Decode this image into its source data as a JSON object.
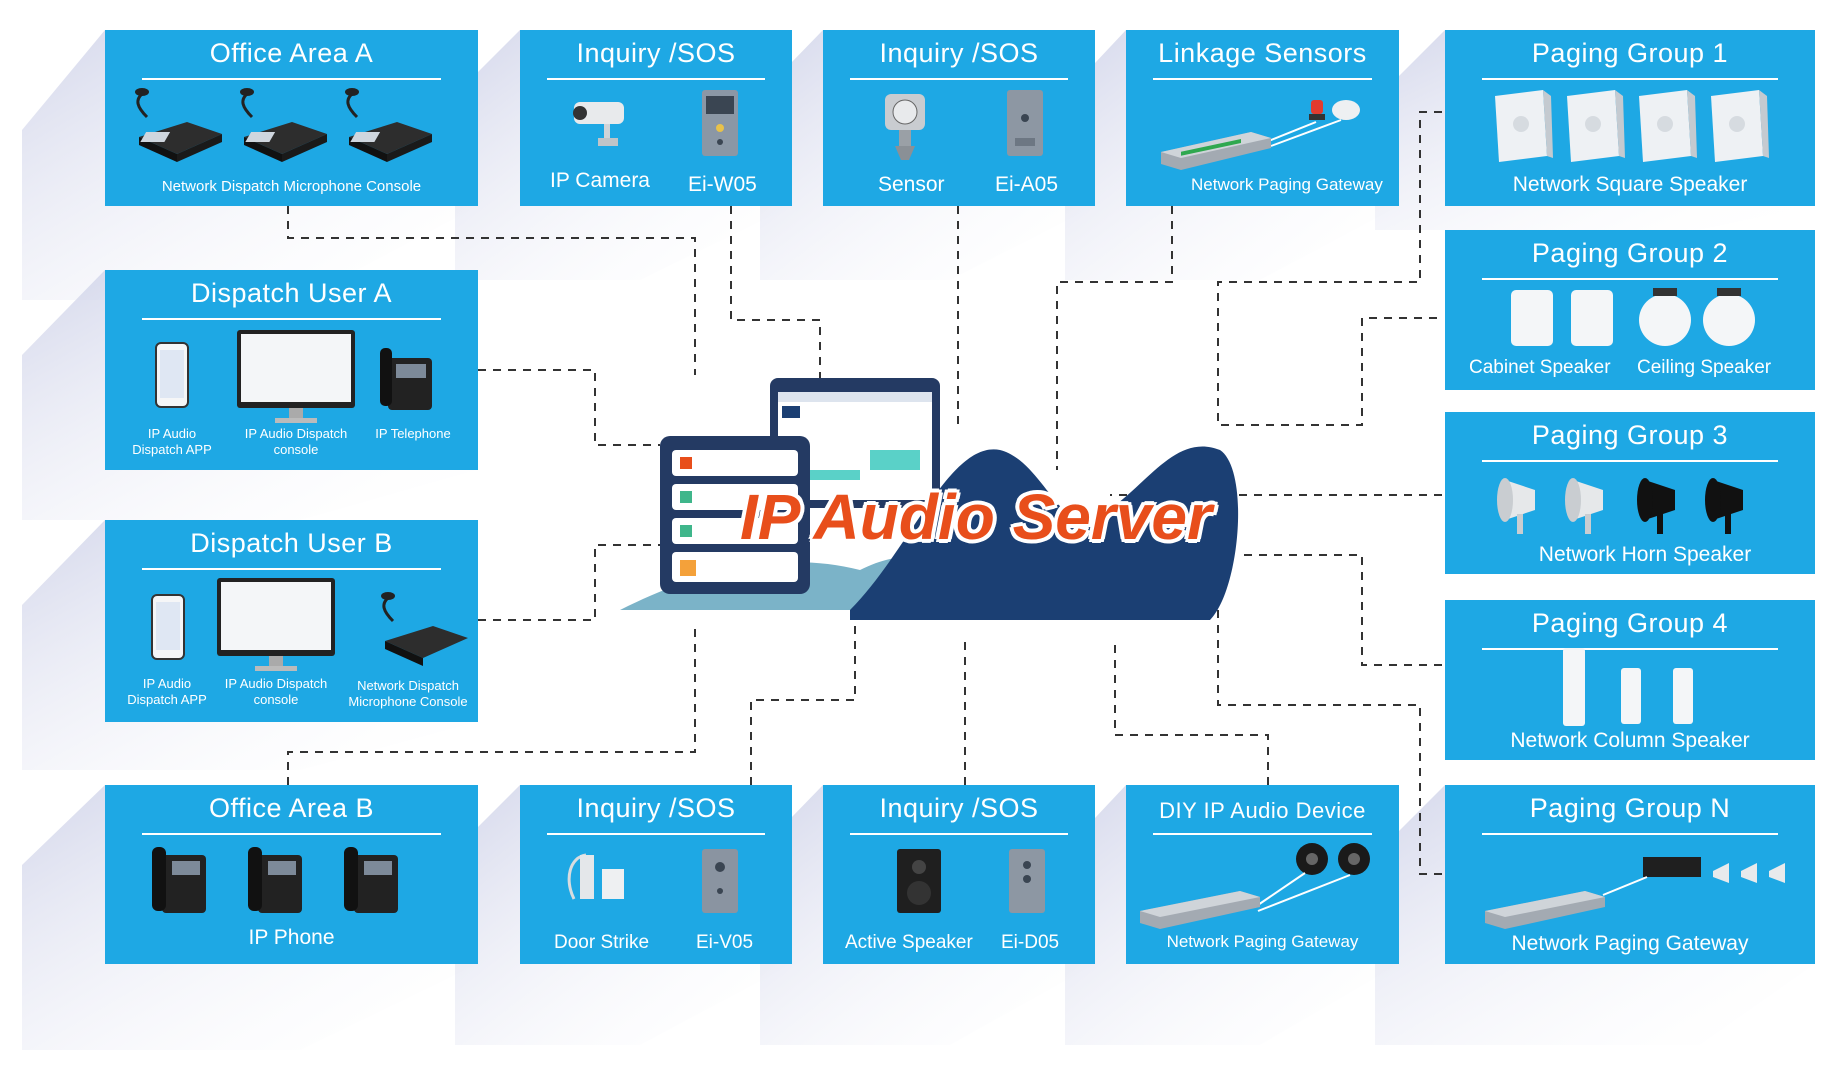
{
  "server": {
    "title": "IP Audio Server"
  },
  "cards": {
    "office_a": {
      "title": "Office Area A",
      "labels": [
        "Network Dispatch Microphone Console"
      ]
    },
    "sos1": {
      "title": "Inquiry /SOS",
      "labels": [
        "IP Camera",
        "Ei-W05"
      ]
    },
    "sos2": {
      "title": "Inquiry /SOS",
      "labels": [
        "Sensor",
        "Ei-A05"
      ]
    },
    "linkage": {
      "title": "Linkage Sensors",
      "labels": [
        "Network Paging Gateway"
      ]
    },
    "pg1": {
      "title": "Paging Group 1",
      "labels": [
        "Network Square Speaker"
      ]
    },
    "dispatch_a": {
      "title": "Dispatch User A",
      "labels": [
        "IP Audio\nDispatch APP",
        "IP Audio Dispatch\nconsole",
        "IP Telephone"
      ]
    },
    "pg2": {
      "title": "Paging Group 2",
      "labels": [
        "Cabinet Speaker",
        "Ceiling Speaker"
      ]
    },
    "pg3": {
      "title": "Paging Group 3",
      "labels": [
        "Network Horn Speaker"
      ]
    },
    "dispatch_b": {
      "title": "Dispatch User B",
      "labels": [
        "IP Audio\nDispatch APP",
        "IP Audio Dispatch\nconsole",
        "Network Dispatch\nMicrophone Console"
      ]
    },
    "pg4": {
      "title": "Paging Group 4",
      "labels": [
        "Network Column Speaker"
      ]
    },
    "office_b": {
      "title": "Office Area B",
      "labels": [
        "IP Phone"
      ]
    },
    "sos3": {
      "title": "Inquiry /SOS",
      "labels": [
        "Door Strike",
        "Ei-V05"
      ]
    },
    "sos4": {
      "title": "Inquiry /SOS",
      "labels": [
        "Active Speaker",
        "Ei-D05"
      ]
    },
    "diy": {
      "title": "DIY IP Audio Device",
      "labels": [
        "Network Paging Gateway"
      ]
    },
    "pgn": {
      "title": "Paging Group N",
      "labels": [
        "Network Paging Gateway"
      ]
    }
  },
  "colors": {
    "card": "#1ea8e4",
    "server_text": "#e84e1b",
    "wave_dark": "#1b3f73",
    "wave_light": "#7bb3c8"
  }
}
